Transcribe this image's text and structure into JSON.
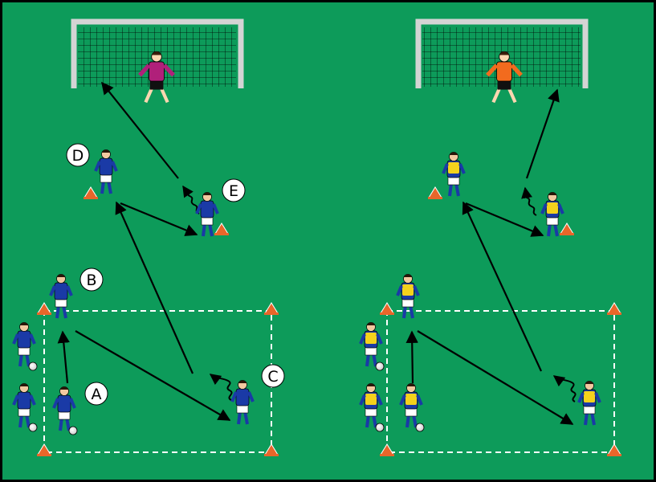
{
  "field": {
    "color": "#0d9b5a",
    "border_color": "#000000"
  },
  "colors": {
    "team_blue": "#1a3aa6",
    "bib_yellow": "#f4d21c",
    "keeper_left": "#b0207a",
    "keeper_right": "#f26b1e",
    "cone": "#e8662a"
  },
  "labels": {
    "a": "A",
    "b": "B",
    "c": "C",
    "d": "D",
    "e": "E"
  },
  "drills": [
    {
      "side": "left",
      "bibs": false
    },
    {
      "side": "right",
      "bibs": true
    }
  ]
}
